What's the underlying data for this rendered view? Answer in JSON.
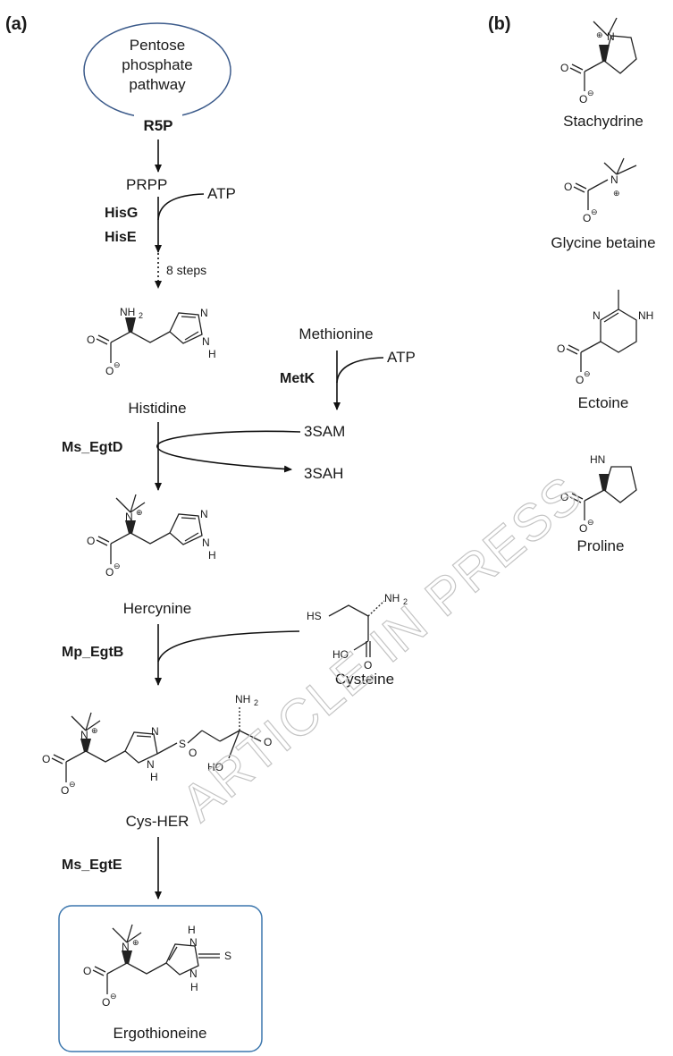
{
  "panels": {
    "a": "(a)",
    "b": "(b)"
  },
  "colors": {
    "yellow": "#e0b43a",
    "blue": "#2a6fb0",
    "green": "#7fc47f",
    "box": "#3b76ad"
  },
  "pathway": {
    "ppp": [
      "Pentose",
      "phosphate",
      "pathway"
    ],
    "r5p": "R5P",
    "prpp": "PRPP",
    "atp1": "ATP",
    "steps": "8 steps",
    "histidine": "Histidine",
    "methionine": "Methionine",
    "atp2": "ATP",
    "sam": "3SAM",
    "sah": "3SAH",
    "hercynine": "Hercynine",
    "cysteine": "Cysteine",
    "cysher": "Cys-HER",
    "ergothioneine": "Ergothioneine"
  },
  "enzymes": {
    "hisg": "HisG",
    "hise": "HisE",
    "metk": "MetK",
    "egtd": "Ms_EgtD",
    "egtb": "Mp_EgtB",
    "egte": "Ms_EgtE"
  },
  "atoms": {
    "n": "N",
    "nh": "NH",
    "hn": "HN",
    "h": "H",
    "o": "O",
    "s": "S",
    "hs": "HS",
    "ho": "HO",
    "nh2": "NH",
    "sub2": "2",
    "plus": "⊕",
    "minus": "⊖"
  },
  "osmolytes": [
    "Stachydrine",
    "Glycine betaine",
    "Ectoine",
    "Proline"
  ],
  "watermark": "ARTICLE IN PRESS"
}
